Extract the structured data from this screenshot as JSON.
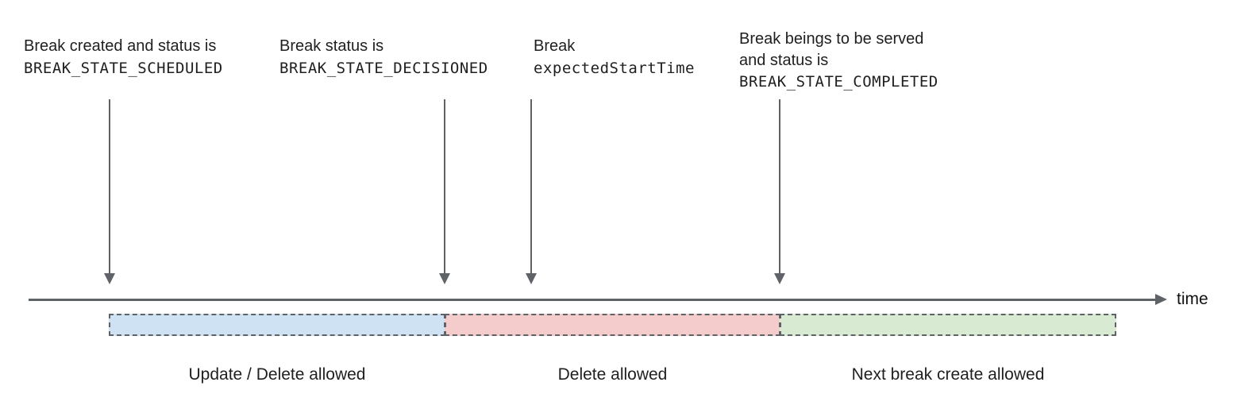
{
  "annotations": [
    {
      "line1": "Break created and status is",
      "code": "BREAK_STATE_SCHEDULED"
    },
    {
      "line1": "Break status is",
      "code": "BREAK_STATE_DECISIONED"
    },
    {
      "line1": "Break",
      "code": "expectedStartTime"
    },
    {
      "line1": "Break beings to be served",
      "line2": "and status is",
      "code": "BREAK_STATE_COMPLETED"
    }
  ],
  "segments": [
    {
      "label": "Update / Delete allowed",
      "color": "#cfe2f3"
    },
    {
      "label": "Delete allowed",
      "color": "#f4cccc"
    },
    {
      "label": "Next break create allowed",
      "color": "#d9ead3"
    }
  ],
  "axis": {
    "label": "time",
    "line_color": "#5f6368",
    "border_color": "#5f6368"
  }
}
